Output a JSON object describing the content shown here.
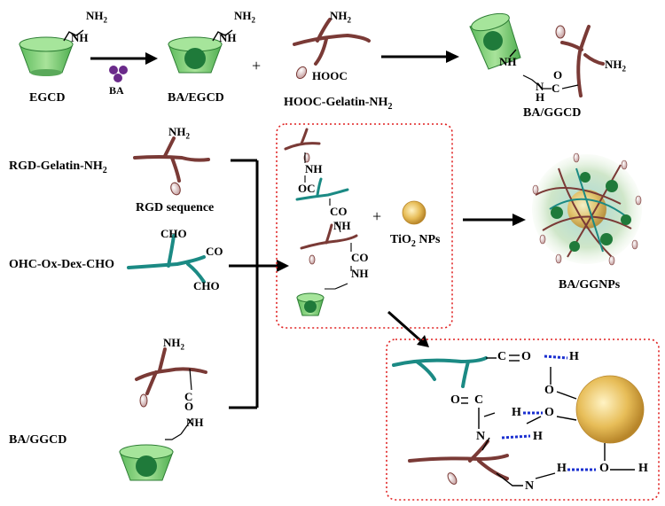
{
  "labels": {
    "egcd": "EGCD",
    "ba_reagent": "BA",
    "ba_egcd": "BA/EGCD",
    "plus": "+",
    "hooc_gelatin": "HOOC-Gelatin-NH",
    "ba_ggcd_top": "BA/GGCD",
    "rgd_gelatin": "RGD-Gelatin-NH",
    "rgd_sequence": "RGD sequence",
    "ohc_dex": "OHC-Ox-Dex-CHO",
    "ba_ggcd_left": "BA/GGCD",
    "tio2": "TiO",
    "tio2_suffix": " NPs",
    "ba_ggnps": "BA/GGNPs",
    "sub2": "2"
  },
  "chem": {
    "nh2": "NH",
    "nh": "NH",
    "n": "N",
    "h": "H",
    "c": "C",
    "o": "O",
    "co": "CO",
    "oc": "OC",
    "cho": "CHO",
    "hooc": "HOOC"
  },
  "colors": {
    "cd_green_light": "#8ed17f",
    "cd_green_dark": "#1f7a3a",
    "gelatin_brown": "#7a3a36",
    "dextran_teal": "#1b8a84",
    "ba_purple": "#6a2a8a",
    "box_red": "#e02020",
    "hbond_blue": "#1a2fd0",
    "tio2_gold": "#e0b24a"
  }
}
